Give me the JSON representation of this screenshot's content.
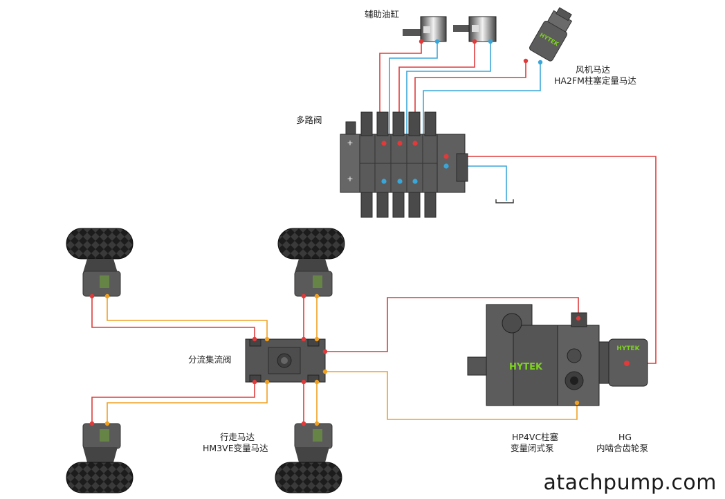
{
  "labels": {
    "aux_cylinder": "辅助油缸",
    "multi_valve": "多路阀",
    "fan_motor_l1": "风机马达",
    "fan_motor_l2": "HA2FM柱塞定量马达",
    "flow_divider": "分流集流阀",
    "travel_motor_l1": "行走马达",
    "travel_motor_l2": "HM3VE变量马达",
    "piston_pump_l1": "HP4VC柱塞",
    "piston_pump_l2": "变量闭式泵",
    "gear_pump_l1": "HG",
    "gear_pump_l2": "内啮合齿轮泵"
  },
  "brand": "HYTEK",
  "watermark": "atachpump.com",
  "colors": {
    "pressure_line": "#e03a3a",
    "return_line": "#3aa6d8",
    "drive_return_line": "#f0a020",
    "component_body": "#5a5a5a",
    "brand_green": "#7ed321"
  }
}
